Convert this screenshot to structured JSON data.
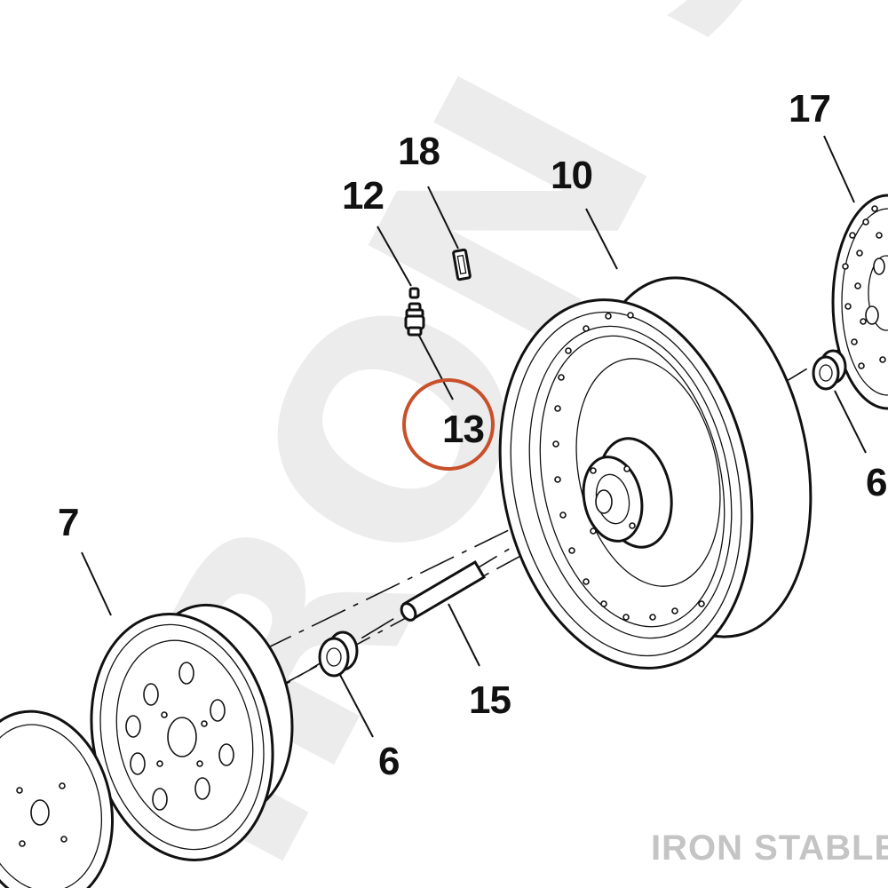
{
  "watermark": {
    "text": "IRON STABLE"
  },
  "brand": {
    "text": "IRON STABLE"
  },
  "callouts": {
    "p17": "17",
    "p18": "18",
    "p12": "12",
    "p10": "10",
    "p13": "13",
    "p6a": "6",
    "p7": "7",
    "p15": "15",
    "p6b": "6"
  },
  "highlight": {
    "target": "13",
    "color": "#c8502a"
  }
}
